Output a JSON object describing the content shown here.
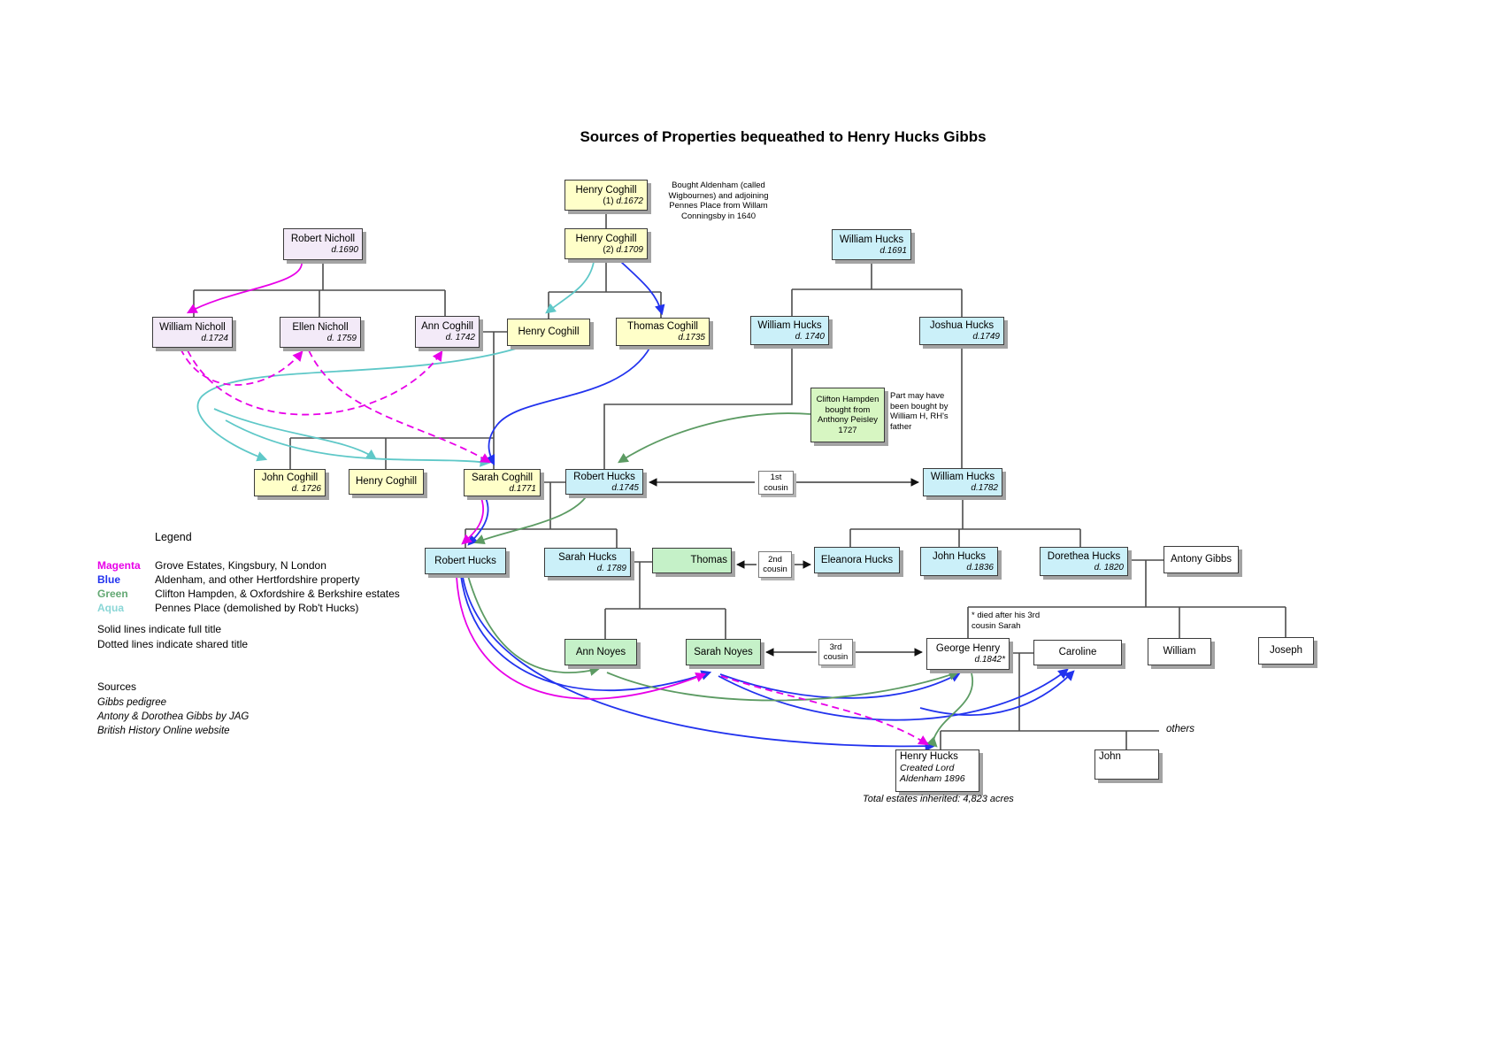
{
  "title": "Sources of Properties bequeathed to Henry Hucks Gibbs",
  "nodes": [
    {
      "id": "henry-coghill-1",
      "fill": "yellow",
      "name": "Henry Coghill",
      "tag": "(1)",
      "date": "d.1672"
    },
    {
      "id": "henry-coghill-2",
      "fill": "yellow",
      "name": "Henry Coghill",
      "tag": "(2)",
      "date": "d.1709"
    },
    {
      "id": "robert-nicholl",
      "fill": "lav",
      "name": "Robert Nicholl",
      "date": "d.1690"
    },
    {
      "id": "william-hucks-1691",
      "fill": "cyan",
      "name": "William Hucks",
      "date": "d.1691"
    },
    {
      "id": "william-nicholl",
      "fill": "lav",
      "name": "William Nicholl",
      "date": "d.1724"
    },
    {
      "id": "ellen-nicholl",
      "fill": "lav",
      "name": "Ellen  Nicholl",
      "date": "d. 1759"
    },
    {
      "id": "ann-coghill",
      "fill": "lav",
      "name": "Ann Coghill",
      "date": "d. 1742"
    },
    {
      "id": "henry-coghill-3",
      "fill": "yellow",
      "name": "Henry Coghill"
    },
    {
      "id": "thomas-coghill",
      "fill": "yellow",
      "name": "Thomas Coghill",
      "date": "d.1735"
    },
    {
      "id": "william-hucks-1740",
      "fill": "cyan",
      "name": "William Hucks",
      "date": "d. 1740"
    },
    {
      "id": "joshua-hucks",
      "fill": "cyan",
      "name": "Joshua Hucks",
      "date": "d.1749"
    },
    {
      "id": "clifton-note",
      "fill": "green2",
      "lines": [
        "Clifton Hampden",
        "bought from",
        "Anthony Peisley",
        "1727"
      ]
    },
    {
      "id": "john-coghill",
      "fill": "yellow",
      "name": "John Coghill",
      "date": "d. 1726"
    },
    {
      "id": "henry-coghill-4",
      "fill": "yellow",
      "name": "Henry Coghill"
    },
    {
      "id": "sarah-coghill",
      "fill": "yellow",
      "name": "Sarah Coghill",
      "date": "d.1771"
    },
    {
      "id": "robert-hucks-1745",
      "fill": "cyan",
      "name": "Robert Hucks",
      "date": "d.1745"
    },
    {
      "id": "cousin-1st",
      "fill": "plain",
      "lines": [
        "1st",
        "cousin"
      ]
    },
    {
      "id": "william-hucks-1782",
      "fill": "cyan",
      "name": "William Hucks",
      "date": "d.1782"
    },
    {
      "id": "robert-hucks-2",
      "fill": "cyan",
      "name": "Robert Hucks"
    },
    {
      "id": "sarah-hucks",
      "fill": "cyan",
      "name": "Sarah Hucks",
      "date": "d. 1789"
    },
    {
      "id": "thomas-noyes",
      "fill": "green",
      "name": "Thomas",
      "align": "right"
    },
    {
      "id": "cousin-2nd",
      "fill": "plain",
      "lines": [
        "2nd",
        "cousin"
      ]
    },
    {
      "id": "eleanora-hucks",
      "fill": "cyan",
      "name": "Eleanora  Hucks"
    },
    {
      "id": "john-hucks",
      "fill": "cyan",
      "name": "John Hucks",
      "date": "d.1836"
    },
    {
      "id": "dorethea-hucks",
      "fill": "cyan",
      "name": "Dorethea Hucks",
      "date": "d. 1820"
    },
    {
      "id": "antony-gibbs",
      "fill": "white",
      "name": "Antony Gibbs"
    },
    {
      "id": "ann-noyes",
      "fill": "green",
      "name": "Ann Noyes"
    },
    {
      "id": "sarah-noyes",
      "fill": "green",
      "name": "Sarah Noyes"
    },
    {
      "id": "cousin-3rd",
      "fill": "plain",
      "lines": [
        "3rd",
        "cousin"
      ]
    },
    {
      "id": "george-henry",
      "fill": "white",
      "name": "George Henry",
      "date": "d.1842*"
    },
    {
      "id": "caroline",
      "fill": "white",
      "name": "Caroline"
    },
    {
      "id": "william-gibbs",
      "fill": "white",
      "name": "William"
    },
    {
      "id": "joseph-gibbs",
      "fill": "white",
      "name": "Joseph"
    },
    {
      "id": "henry-hucks-lord",
      "fill": "white",
      "name": "Henry Hucks",
      "italics": [
        "Created Lord",
        "Aldenham 1896"
      ],
      "align": "left-top"
    },
    {
      "id": "john-gibbs",
      "fill": "white",
      "name": "John",
      "align": "left-top"
    }
  ],
  "annotations": {
    "aldenham_purchase": "Bought Aldenham (called Wigbournes) and adjoining Pennes Place from Willam Conningsby in 1640",
    "part_bought": "Part may have been bought by William H, RH's father",
    "died_after": "* died after his 3rd cousin Sarah",
    "others": "others",
    "total_estates": "Total estates inherited:  4,823 acres"
  },
  "legend": {
    "heading": "Legend",
    "entries": [
      {
        "color_name": "Magenta",
        "color": "#E800E8",
        "text": "Grove Estates, Kingsbury, N London"
      },
      {
        "color_name": "Blue",
        "color": "#2233EE",
        "text": "Aldenham, and other Hertfordshire property"
      },
      {
        "color_name": "Green",
        "color": "#63A873",
        "text": "Clifton Hampden,  & Oxfordshire & Berkshire estates"
      },
      {
        "color_name": "Aqua",
        "color": "#8AD6D6",
        "text": "Pennes Place (demolished by Rob't Hucks)"
      }
    ],
    "solid_note": "Solid lines indicate full title",
    "dotted_note": "Dotted lines indicate shared title"
  },
  "sources": {
    "heading": "Sources",
    "items": [
      "Gibbs pedigree",
      "Antony & Dorothea Gibbs  by JAG",
      "British History Online website"
    ]
  }
}
